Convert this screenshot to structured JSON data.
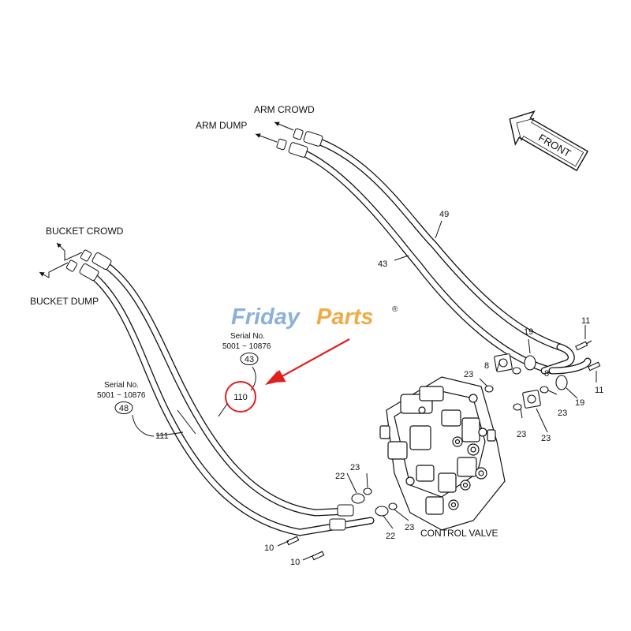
{
  "watermark": {
    "part1": "Friday",
    "part2": "Parts",
    "mark": "®"
  },
  "labels": {
    "arm_crowd": "ARM CROWD",
    "arm_dump": "ARM DUMP",
    "bucket_crowd": "BUCKET CROWD",
    "bucket_dump": "BUCKET DUMP",
    "front": "FRONT",
    "control_valve": "CONTROL VALVE"
  },
  "serial_notes": [
    {
      "title": "Serial No.",
      "range": "5001 ~ 10876",
      "ref": "43"
    },
    {
      "title": "Serial No.",
      "range": "5001 ~ 10876",
      "ref": "48"
    }
  ],
  "highlight": {
    "ref": "110",
    "circle_color": "#e02020",
    "arrow_color": "#e02020"
  },
  "callouts": {
    "c49": "49",
    "c43": "43",
    "c111": "111",
    "c19a": "19",
    "c19b": "19",
    "c11a": "11",
    "c11b": "11",
    "c8a": "8",
    "c8b": "8",
    "c23a": "23",
    "c23b": "23",
    "c23c": "23",
    "c23d": "23",
    "c23e": "23",
    "c22a": "22",
    "c22b": "22",
    "c10a": "10",
    "c10b": "10"
  }
}
